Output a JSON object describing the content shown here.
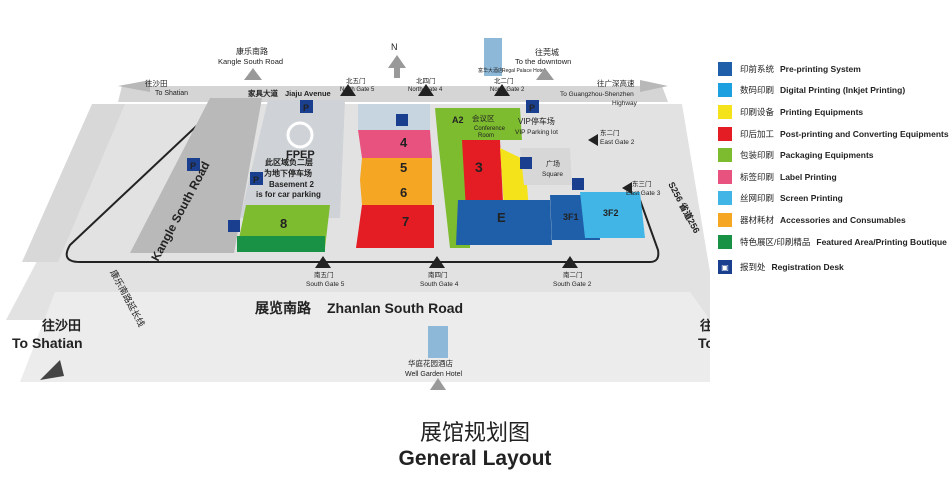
{
  "title": {
    "cn": "展馆规划图",
    "en": "General Layout"
  },
  "top_labels": {
    "kangle_cn": "康乐南路",
    "kangle_en": "Kangle South Road",
    "downtown_cn": "往莞城",
    "downtown_en": "To the downtown",
    "north_arrow": "N",
    "regal_cn": "富华大酒店",
    "regal_en": "Regal Palace Hotel"
  },
  "roads": {
    "to_shatian_top_cn": "往沙田",
    "to_shatian_top_en": "To Shatian",
    "jiaju_cn": "家具大道",
    "jiaju_en": "Jiaju Avenue",
    "hwy_cn": "往广深高速",
    "hwy_en1": "To Guangzhou-Shenzhen",
    "hwy_en2": "Highway",
    "kangle_side_en": "Kangle South Road",
    "kangle_side_cn": "康乐南路延长线",
    "zhanlan_cn": "展览南路",
    "zhanlan_en": "Zhanlan South Road",
    "s256": "S256 省道256",
    "to_shatian_cn": "往沙田",
    "to_shatian_en": "To Shatian",
    "to_humen_cn": "往虎门",
    "to_humen_en": "To Humen"
  },
  "gates": {
    "north5_cn": "北五门",
    "north5_en": "North Gate 5",
    "north4_cn": "北四门",
    "north4_en": "North Gate 4",
    "north2_cn": "北二门",
    "north2_en": "North Gate 2",
    "east2_cn": "东二门",
    "east2_en": "East Gate 2",
    "east3_cn": "东三门",
    "east3_en": "East Gate 3",
    "south5_cn": "南五门",
    "south5_en": "South Gate 5",
    "south4_cn": "南四门",
    "south4_en": "South Gate 4",
    "south2_cn": "南二门",
    "south2_en": "South Gate 2"
  },
  "halls": {
    "h4": "4",
    "h5": "5",
    "h6": "6",
    "h7": "7",
    "h8": "8",
    "h3": "3",
    "hE": "E",
    "h3F1": "3F1",
    "h3F2": "3F2",
    "hA2": "A2"
  },
  "map_labels": {
    "conf_cn": "会议区",
    "conf_en1": "Conference",
    "conf_en2": "Room",
    "vip_cn": "VIP停车场",
    "vip_en": "VIP Parking lot",
    "square_cn": "广场",
    "square_en": "Square",
    "basement_cn1": "此区域负二层",
    "basement_cn2": "为地下停车场",
    "basement_en1": "Basement 2",
    "basement_en2": "is for car parking",
    "p_sign": "P",
    "fpep_logo": "FPEP",
    "well_cn": "华庭花园酒店",
    "well_en": "Well Garden Hotel"
  },
  "legend": [
    {
      "color": "#1f5ea8",
      "cn": "印前系统",
      "en": "Pre-printing System"
    },
    {
      "color": "#1da0e0",
      "cn": "数码印刷",
      "en": "Digital Printing (Inkjet Printing)"
    },
    {
      "color": "#f4e21a",
      "cn": "印刷设备",
      "en": "Printing Equipments"
    },
    {
      "color": "#e41c24",
      "cn": "印后加工",
      "en": "Post-printing and Converting Equipments"
    },
    {
      "color": "#7dbb2f",
      "cn": "包装印刷",
      "en": "Packaging Equipments"
    },
    {
      "color": "#e8527f",
      "cn": "标签印刷",
      "en": "Label Printing"
    },
    {
      "color": "#41b6e6",
      "cn": "丝网印刷",
      "en": "Screen Printing"
    },
    {
      "color": "#f5a623",
      "cn": "器材耗材",
      "en": "Accessories and Consumables"
    },
    {
      "color": "#199245",
      "cn": "特色展区/印刷精品",
      "en": "Featured Area/Printing Boutique"
    },
    {
      "icon": "registration-desk-icon",
      "cn": "报到处",
      "en": "Registration Desk"
    }
  ]
}
